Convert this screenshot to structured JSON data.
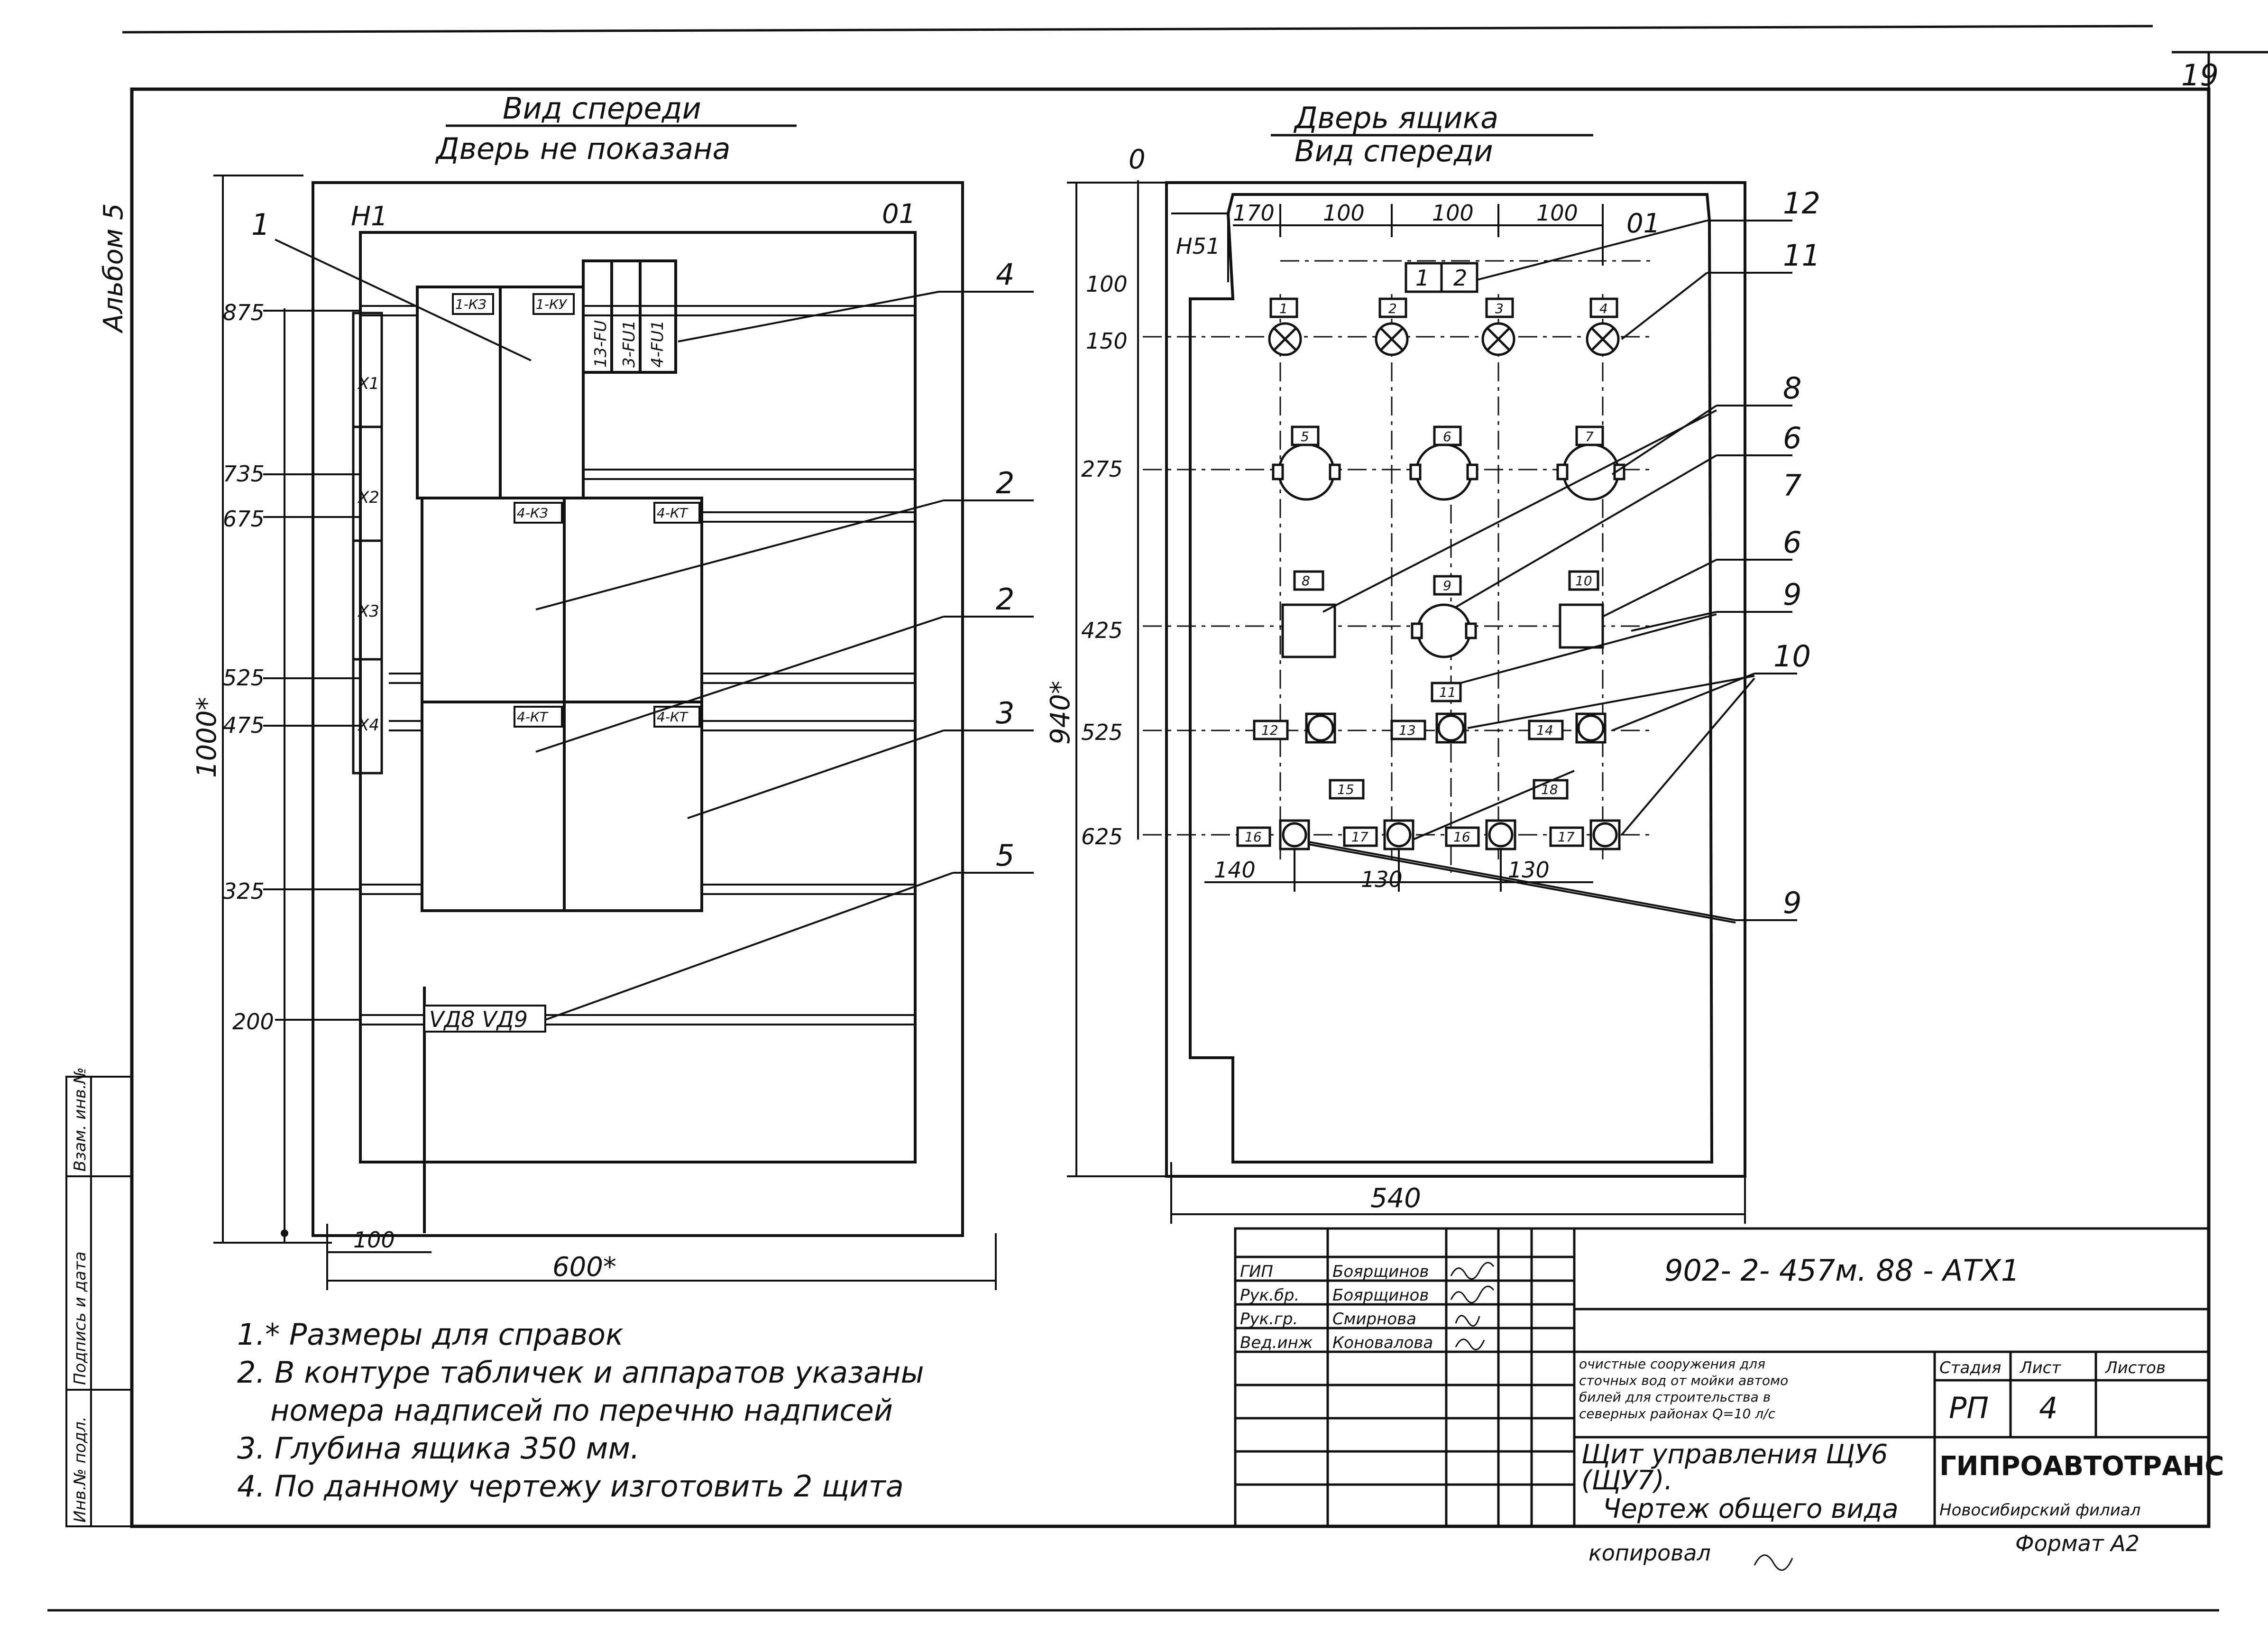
{
  "sheet_number": "19",
  "album": "Альбом 5",
  "front_view": {
    "title": "Вид спереди",
    "subtitle": "Дверь не показана",
    "corner_left": "Н1",
    "corner_right": "01",
    "levels": [
      "875",
      "735",
      "675",
      "525",
      "475",
      "325",
      "200"
    ],
    "overall_height": "1000*",
    "overall_width": "600*",
    "rail_offset": "100",
    "terminals": [
      "Х1",
      "Х2",
      "Х3",
      "Х4"
    ],
    "device_tags": [
      "1-КЗ",
      "1-КУ",
      "4-КЗ",
      "4-КТ",
      "4-КТ",
      "4-КТ"
    ],
    "fuse_tags": [
      "13-FU",
      "3-FU1",
      "4-FU1"
    ],
    "bottom_tag": "VД8 VД9",
    "callouts": [
      "1",
      "4",
      "2",
      "2",
      "3",
      "5"
    ]
  },
  "door_view": {
    "title": "Дверь ящика",
    "subtitle": "Вид спереди",
    "origin": "0",
    "corner_left": "Н51",
    "corner_right": "01",
    "top_dims": [
      "170",
      "100",
      "100",
      "100"
    ],
    "levels": [
      "100",
      "150",
      "275",
      "425",
      "525",
      "625"
    ],
    "overall_height": "940*",
    "overall_width": "540",
    "bottom_dims": [
      "140",
      "130",
      "130"
    ],
    "plate_labels": [
      "1",
      "2"
    ],
    "lamp_tags": [
      "1",
      "2",
      "3",
      "4"
    ],
    "gauge_tags": [
      "5",
      "6",
      "7"
    ],
    "mid_tags": [
      "8",
      "9",
      "10"
    ],
    "row525_tags": [
      "12",
      "13",
      "14"
    ],
    "misc_tags": [
      "11",
      "15",
      "18"
    ],
    "row625_tags": [
      "16",
      "17",
      "16",
      "17"
    ],
    "callouts": [
      "12",
      "11",
      "8",
      "6",
      "7",
      "6",
      "9",
      "10",
      "9"
    ]
  },
  "notes": [
    "1.* Размеры для справок",
    "2. В контуре табличек и аппаратов указаны",
    "номера надписей по перечню надписей",
    "3. Глубина ящика 350 мм.",
    "4. По данному чертежу изготовить 2 щита"
  ],
  "side_stamp": [
    "Инв.№ подл.",
    "Подпись и дата",
    "Взам. инв.№"
  ],
  "title_block": {
    "doc_code": "902- 2- 457м. 88 - АТХ1",
    "roles": [
      "ГИП",
      "Рук.бр.",
      "Рук.гр.",
      "Вед.инж"
    ],
    "names": [
      "Боярщинов",
      "Боярщинов",
      "Смирнова",
      "Коновалова"
    ],
    "project_lines": [
      "очистные сооружения для",
      "сточных вод от мойки автомо",
      "билей для строительства в",
      "северных районах Q=10 л/с"
    ],
    "stage_label": "Стадия",
    "sheet_label": "Лист",
    "sheets_label": "Листов",
    "stage": "РП",
    "sheet": "4",
    "drawing_title": [
      "Щит управления ЩУ6",
      "(ЩУ7).",
      "Чертеж общего вида"
    ],
    "org": "ГИПРОАВТОТРАНС",
    "branch": "Новосибирский филиал",
    "copied_by": "копировал",
    "format": "Формат А2"
  }
}
